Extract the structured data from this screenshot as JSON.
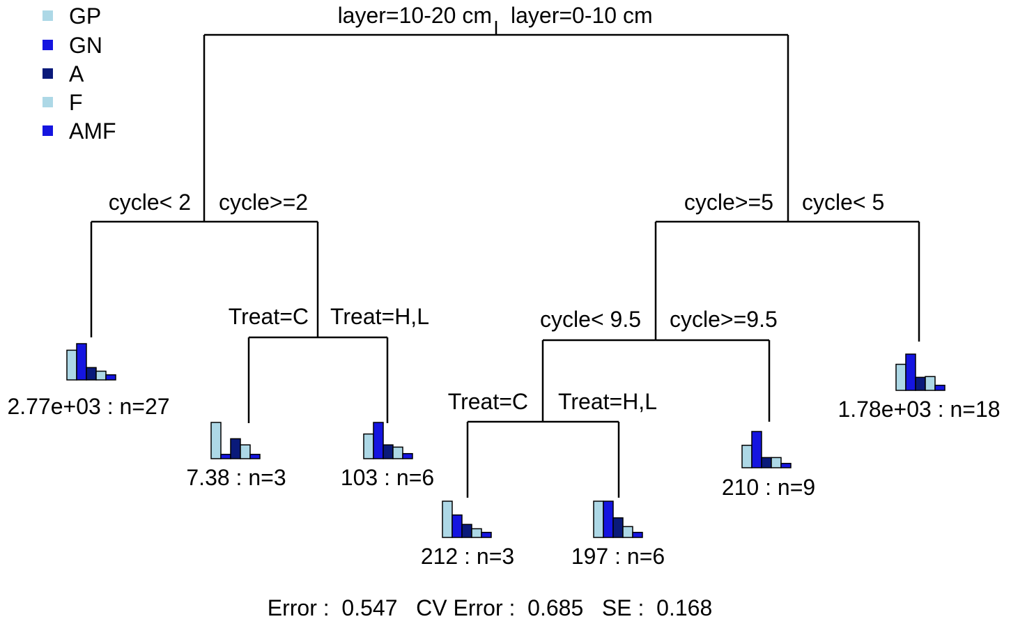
{
  "legend": {
    "items": [
      {
        "label": "GP",
        "color": "#add8e6"
      },
      {
        "label": "GN",
        "color": "#1515e0"
      },
      {
        "label": "A",
        "color": "#0a1a7a"
      },
      {
        "label": "F",
        "color": "#add8e6"
      },
      {
        "label": "AMF",
        "color": "#1515e0"
      }
    ]
  },
  "tree": {
    "root": {
      "left_label": "layer=10-20 cm",
      "right_label": "layer=0-10 cm"
    },
    "splits": [
      {
        "id": "s-left",
        "left_label": "cycle< 2",
        "right_label": "cycle>=2"
      },
      {
        "id": "s-left-right",
        "left_label": "Treat=C",
        "right_label": "Treat=H,L"
      },
      {
        "id": "s-right",
        "left_label": "cycle>=5",
        "right_label": "cycle< 5"
      },
      {
        "id": "s-right-left",
        "left_label": "cycle< 9.5",
        "right_label": "cycle>=9.5"
      },
      {
        "id": "s-right-left-left",
        "left_label": "Treat=C",
        "right_label": "Treat=H,L"
      }
    ],
    "leaves": [
      {
        "id": "leaf-1",
        "label": "2.77e+03 : n=27",
        "bars": [
          0.82,
          1.0,
          0.34,
          0.24,
          0.14
        ]
      },
      {
        "id": "leaf-2",
        "label": "7.38 : n=3",
        "bars": [
          1.0,
          0.12,
          0.55,
          0.38,
          0.12
        ]
      },
      {
        "id": "leaf-3",
        "label": "103 : n=6",
        "bars": [
          0.68,
          1.0,
          0.38,
          0.32,
          0.14
        ]
      },
      {
        "id": "leaf-4",
        "label": "212 : n=3",
        "bars": [
          1.0,
          0.62,
          0.36,
          0.24,
          0.14
        ]
      },
      {
        "id": "leaf-5",
        "label": "197 : n=6",
        "bars": [
          1.0,
          1.0,
          0.54,
          0.3,
          0.14
        ]
      },
      {
        "id": "leaf-6",
        "label": "210 : n=9",
        "bars": [
          0.62,
          1.0,
          0.28,
          0.28,
          0.12
        ]
      },
      {
        "id": "leaf-7",
        "label": "1.78e+03 : n=18",
        "bars": [
          0.72,
          1.0,
          0.36,
          0.38,
          0.14
        ]
      }
    ]
  },
  "footer": {
    "text": "Error :  0.547   CV Error :  0.685   SE :  0.168"
  }
}
